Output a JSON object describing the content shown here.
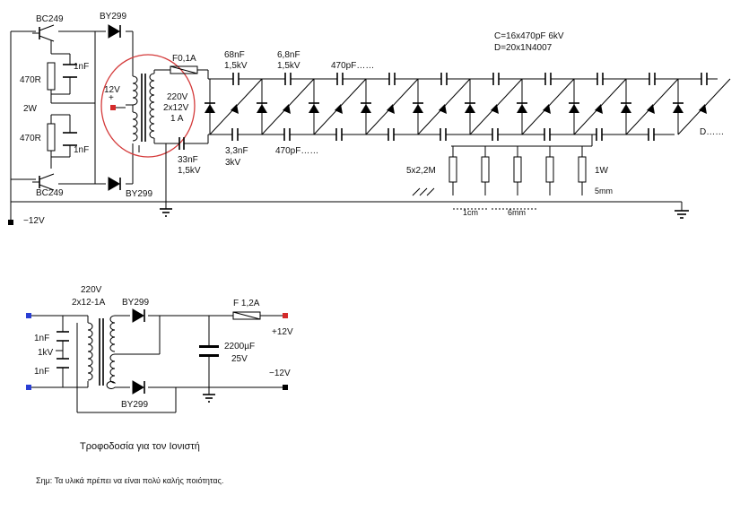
{
  "main_circuit": {
    "transistor_top": "BC249",
    "transistor_bottom": "BC249",
    "diode_top": "BY299",
    "diode_bottom": "BY299",
    "resistor_top": "470R",
    "resistor_bottom": "470R",
    "resistor_power": "2W",
    "cap_top": "1nF",
    "cap_bottom": "1nF",
    "input_voltage": "12V",
    "input_polarity": "+",
    "supply_negative": "−12V",
    "transformer_primary": "220V",
    "transformer_secondary": "2x12V",
    "transformer_current": "1 A",
    "fuse": "F0,1A",
    "cap_33nf": "33nF",
    "cap_33nf_voltage": "1,5kV",
    "cap_68nf": "68nF",
    "cap_68nf_voltage": "1,5kV",
    "cap_68_small": "6,8nF",
    "cap_68_small_voltage": "1,5kV",
    "cap_470pf_top": "470pF……",
    "cap_3_3nf": "3,3nF",
    "cap_3_3nf_voltage": "3kV",
    "cap_470pf_bottom": "470pF……",
    "multiplier_caps": "C=16x470pF 6kV",
    "multiplier_diodes": "D=20x1N4007",
    "multiplier_end": "D……",
    "emitter_resistors": "5x2,2M",
    "emitter_power": "1W",
    "spacing_1cm": "1cm",
    "spacing_6mm": "6mm",
    "spacing_5mm": "5mm"
  },
  "power_supply": {
    "transformer_primary": "220V",
    "transformer_secondary": "2x12-1A",
    "diode_top": "BY299",
    "diode_bottom": "BY299",
    "cap_top": "1nF",
    "cap_voltage": "1kV",
    "cap_bottom": "1nF",
    "fuse": "F 1,2A",
    "electrolytic": "2200µF",
    "electrolytic_voltage": "25V",
    "output_positive": "+12V",
    "output_negative": "−12V"
  },
  "caption": "Τροφοδοσία για τον Ιονιστή",
  "note": "Σημ: Τα υλικά πρέπει να είναι πολύ καλής ποιότητας.",
  "colors": {
    "wire": "#000000",
    "terminal_positive": "#d42a2a",
    "terminal_input": "#2a3fd4",
    "highlight_circle": "#d43a3a"
  }
}
